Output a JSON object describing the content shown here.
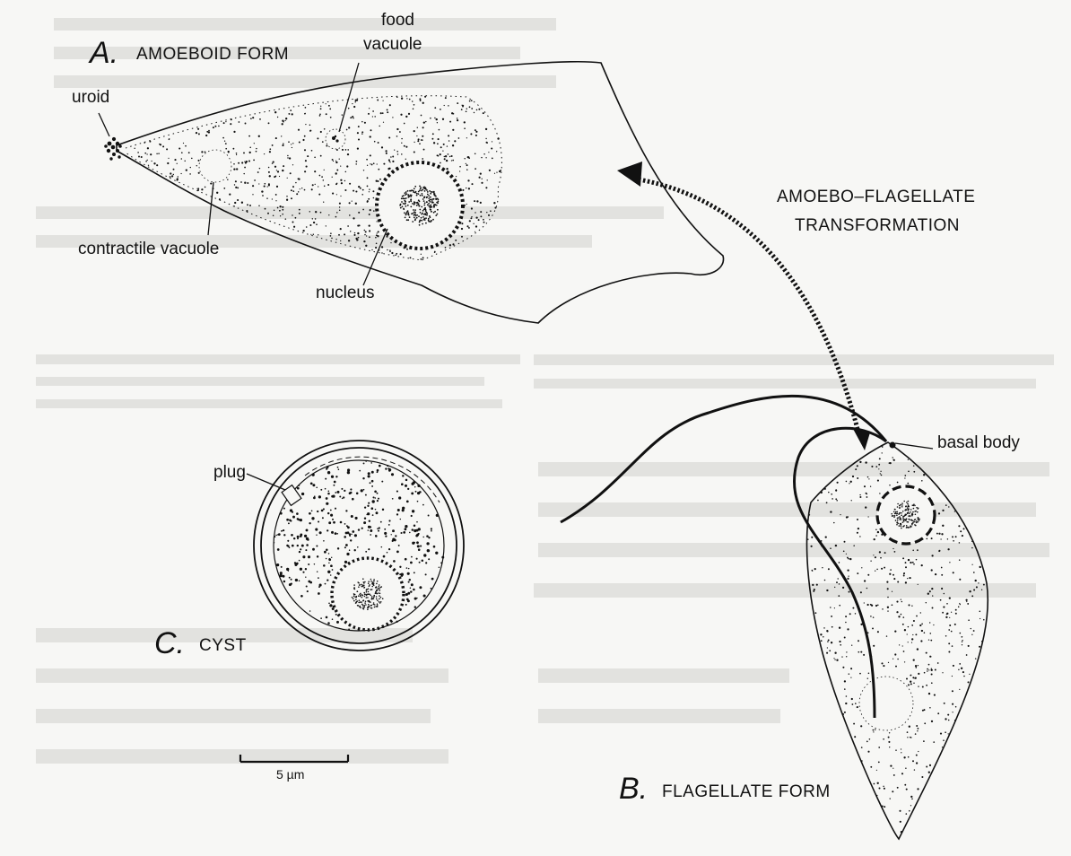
{
  "panel_a": {
    "letter": "A.",
    "title": "AMOEBOID FORM",
    "labels": {
      "uroid": "uroid",
      "food_vacuole_1": "food",
      "food_vacuole_2": "vacuole",
      "contractile_vacuole": "contractile vacuole",
      "nucleus": "nucleus"
    }
  },
  "transformation": {
    "line1": "AMOEBO–FLAGELLATE",
    "line2": "TRANSFORMATION"
  },
  "panel_b": {
    "letter": "B.",
    "title": "FLAGELLATE FORM",
    "labels": {
      "basal_body": "basal body"
    }
  },
  "panel_c": {
    "letter": "C.",
    "title": "CYST",
    "labels": {
      "plug": "plug"
    }
  },
  "scale_bar": {
    "label": "5 µm"
  },
  "colors": {
    "ink": "#111111",
    "paper": "#f7f7f5",
    "bleed": "#e4e4e2"
  }
}
